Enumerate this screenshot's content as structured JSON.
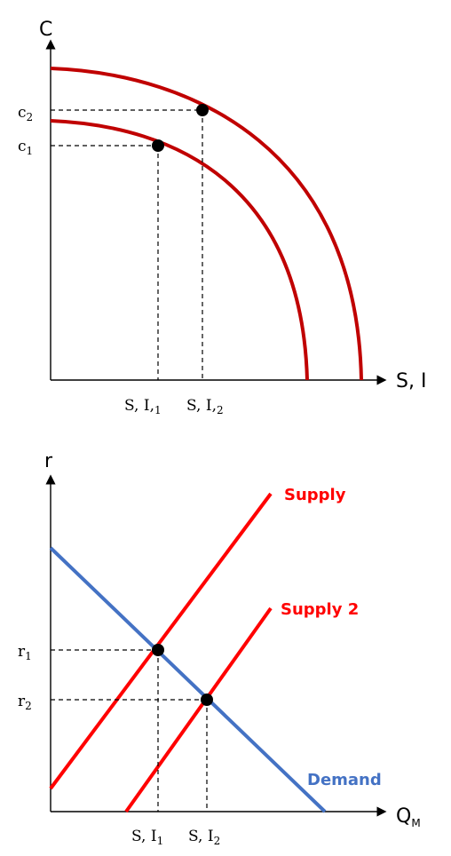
{
  "top_chart": {
    "y_axis_title": "C",
    "x_axis_title": "S, I",
    "y_ticks": [
      {
        "base": "c",
        "sub": "2"
      },
      {
        "base": "c",
        "sub": "1"
      }
    ],
    "x_ticks": [
      {
        "base": "S, I,",
        "sub": "1"
      },
      {
        "base": "S, I,",
        "sub": "2"
      }
    ]
  },
  "bottom_chart": {
    "y_axis_title": "r",
    "x_axis_base": "Q",
    "x_axis_sub": "M",
    "y_ticks": [
      {
        "base": "r",
        "sub": "1"
      },
      {
        "base": "r",
        "sub": "2"
      }
    ],
    "x_ticks": [
      {
        "base": "S, I",
        "sub": "1"
      },
      {
        "base": "S, I",
        "sub": "2"
      }
    ],
    "supply_label": "Supply",
    "supply2_label": "Supply 2",
    "demand_label": "Demand"
  },
  "colors": {
    "frontier": "#c00000",
    "supply": "#ff0000",
    "demand": "#4472c4"
  }
}
